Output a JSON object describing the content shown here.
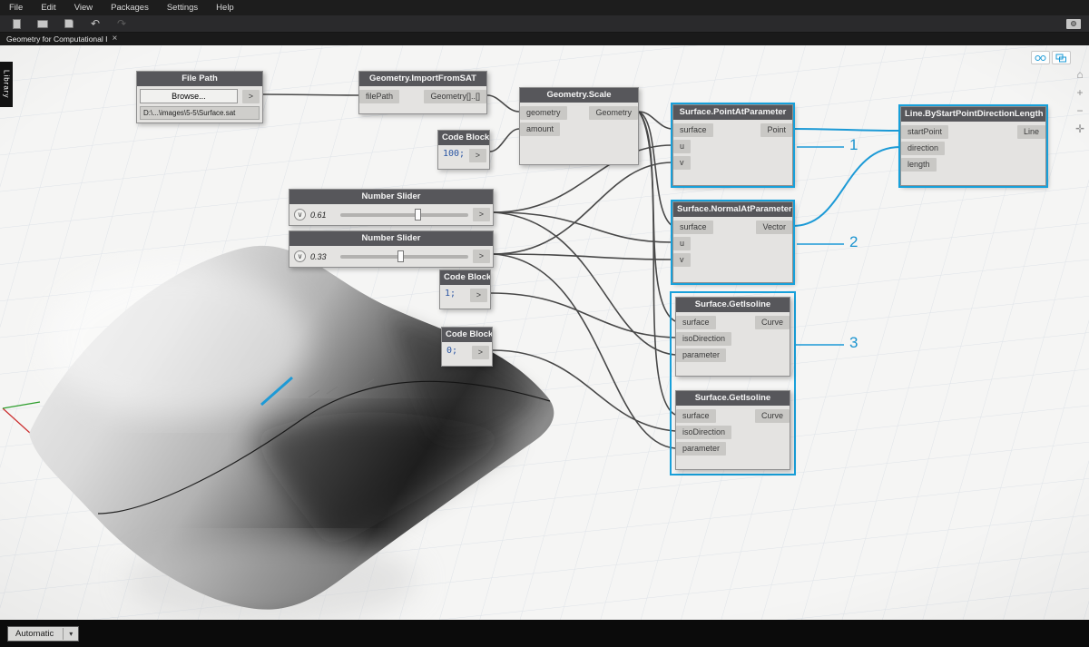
{
  "menu": {
    "items": [
      "File",
      "Edit",
      "View",
      "Packages",
      "Settings",
      "Help"
    ]
  },
  "tab": {
    "title": "Geometry for Computational I",
    "close_icon": "×"
  },
  "library": {
    "label": "Library"
  },
  "icons": {
    "slider_expand": "∨",
    "chevron_down": "▾",
    "undo": "↶",
    "redo": "↷",
    "home": "⌂",
    "zoom_in": "+",
    "zoom_out": "−",
    "pan": "✛"
  },
  "colors": {
    "accent": "#1c9ad6",
    "wire": "#3a3a3a",
    "selection": "#17a0da"
  },
  "annotations": [
    {
      "label": "1"
    },
    {
      "label": "2"
    },
    {
      "label": "3"
    }
  ],
  "nodes": {
    "file_path": {
      "title": "File Path",
      "browse_label": "Browse...",
      "path": "D:\\...\\images\\5-5\\Surface.sat",
      "out": ">"
    },
    "import_sat": {
      "title": "Geometry.ImportFromSAT",
      "inputs": [
        "filePath"
      ],
      "outputs": [
        "Geometry[]..[]"
      ]
    },
    "scale": {
      "title": "Geometry.Scale",
      "inputs": [
        "geometry",
        "amount"
      ],
      "outputs": [
        "Geometry"
      ]
    },
    "code_100": {
      "title": "Code Block",
      "code": "100;",
      "out": ">"
    },
    "slider_u": {
      "title": "Number Slider",
      "value": "0.61",
      "out": ">"
    },
    "slider_v": {
      "title": "Number Slider",
      "value": "0.33",
      "out": ">"
    },
    "code_1": {
      "title": "Code Block",
      "code": "1;",
      "out": ">"
    },
    "code_0": {
      "title": "Code Block",
      "code": "0;",
      "out": ">"
    },
    "point_at": {
      "title": "Surface.PointAtParameter",
      "inputs": [
        "surface",
        "u",
        "v"
      ],
      "outputs": [
        "Point"
      ]
    },
    "normal_at": {
      "title": "Surface.NormalAtParameter",
      "inputs": [
        "surface",
        "u",
        "v"
      ],
      "outputs": [
        "Vector"
      ]
    },
    "isoline_1": {
      "title": "Surface.GetIsoline",
      "inputs": [
        "surface",
        "isoDirection",
        "parameter"
      ],
      "outputs": [
        "Curve"
      ]
    },
    "isoline_2": {
      "title": "Surface.GetIsoline",
      "inputs": [
        "surface",
        "isoDirection",
        "parameter"
      ],
      "outputs": [
        "Curve"
      ]
    },
    "line_by": {
      "title": "Line.ByStartPointDirectionLength",
      "inputs": [
        "startPoint",
        "direction",
        "length"
      ],
      "outputs": [
        "Line"
      ]
    }
  },
  "bottom_bar": {
    "run_mode": "Automatic"
  }
}
